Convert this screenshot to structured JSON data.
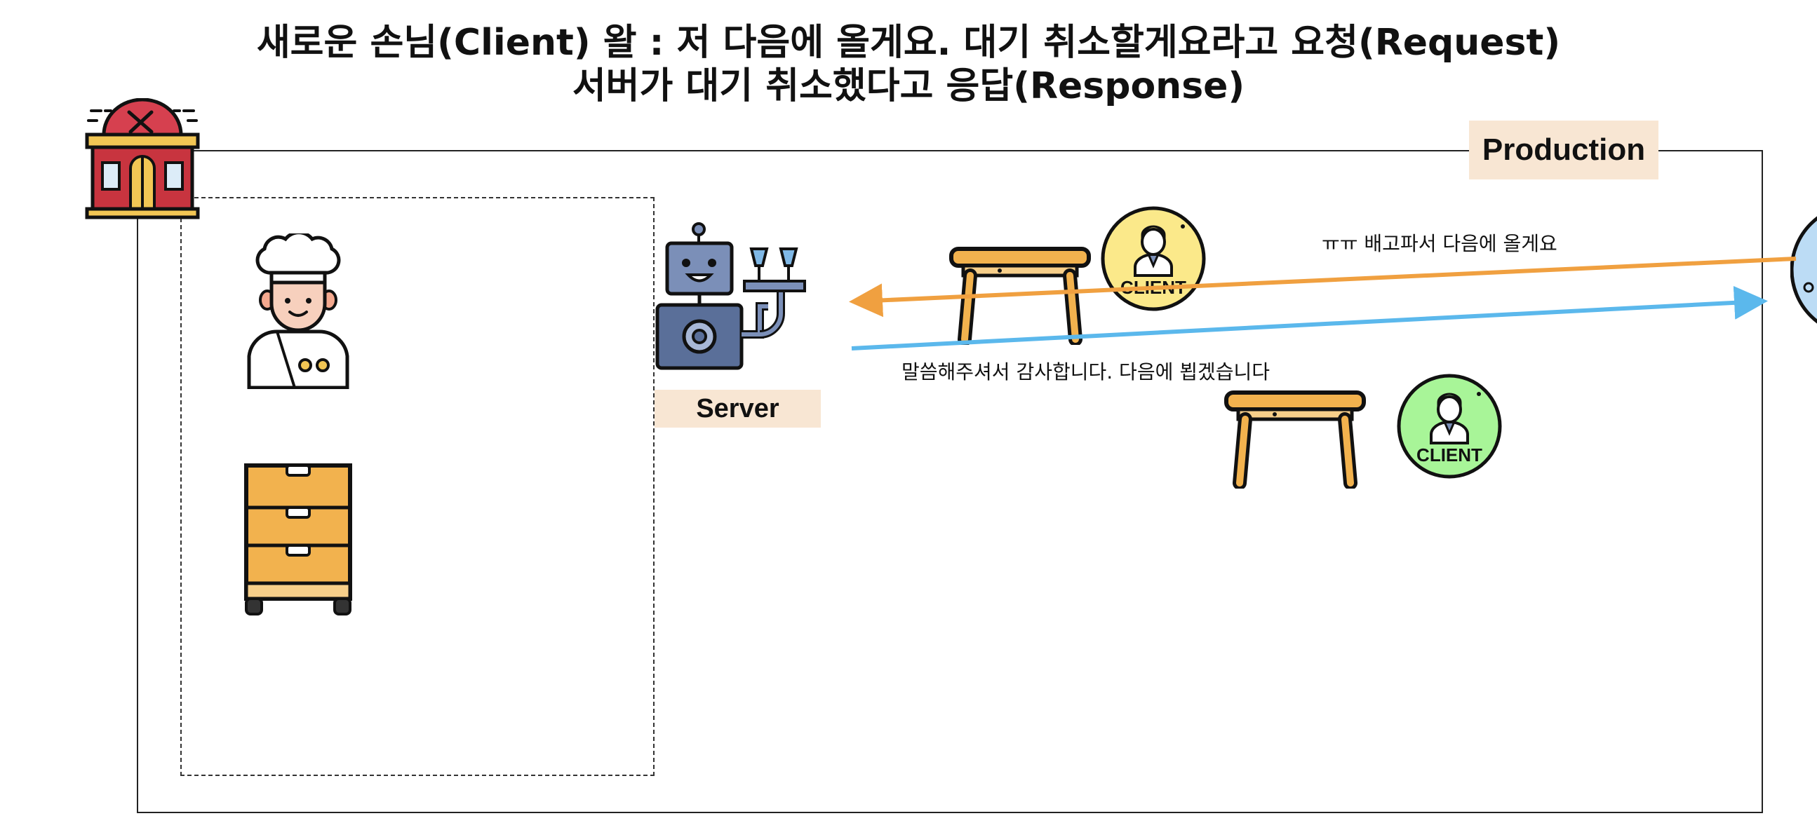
{
  "title": {
    "line1": "새로운 손님(Client) 왈 : 저 다음에 올게요. 대기 취소할게요라고 요청(Request)",
    "line2": "서버가 대기 취소했다고 응답(Response)"
  },
  "labels": {
    "production": "Production",
    "server": "Server",
    "client_badge": "CLIENT",
    "client_badge_2": "CLIENT"
  },
  "messages": {
    "request": "ㅠㅠ 배고파서 다음에 올게요",
    "response": "말씀해주셔서 감사합니다. 다음에 뵙겠습니다"
  },
  "colors": {
    "request_arrow": "#f0a040",
    "response_arrow": "#5bb8ec",
    "label_bg": "#f8e6d3",
    "client_yellow": "#fbe98a",
    "client_green": "#a8f598",
    "client_blue": "#bcdcf5"
  },
  "icons": [
    "restaurant-icon",
    "chef-icon",
    "cabinet-icon",
    "robot-server-icon",
    "table-icon",
    "client-avatar-icon"
  ]
}
